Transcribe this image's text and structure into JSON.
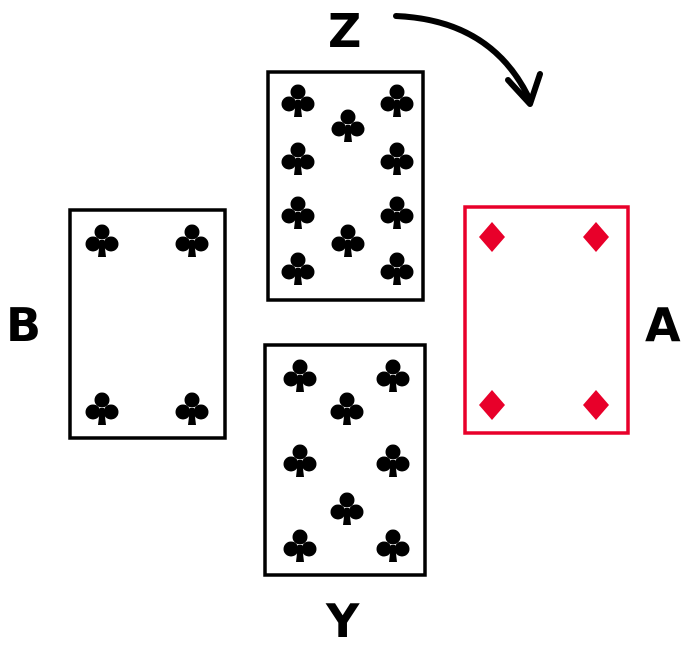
{
  "labels": {
    "top": "Z",
    "left": "B",
    "right": "A",
    "bottom": "Y"
  },
  "cards": [
    {
      "id": "Z",
      "suit": "clubs",
      "rank": 10,
      "color": "#000000"
    },
    {
      "id": "B",
      "suit": "clubs",
      "rank": 4,
      "color": "#000000"
    },
    {
      "id": "A",
      "suit": "diamonds",
      "rank": 4,
      "color": "#e8002a"
    },
    {
      "id": "Y",
      "suit": "clubs",
      "rank": 8,
      "color": "#000000"
    }
  ],
  "arrow": {
    "from": "Z",
    "to": "A",
    "icon": "curved-arrow-icon"
  }
}
